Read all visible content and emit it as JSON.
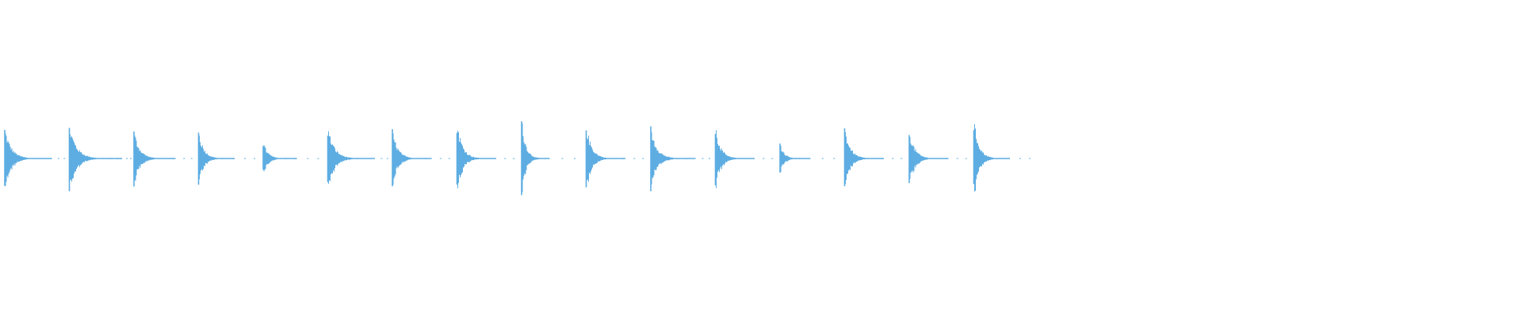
{
  "waveform": {
    "color": "#5dade2",
    "hits": [
      {
        "amp": 0.41,
        "tail": 0.85
      },
      {
        "amp": 0.45,
        "tail": 0.95
      },
      {
        "amp": 0.37,
        "tail": 0.75
      },
      {
        "amp": 0.38,
        "tail": 0.65
      },
      {
        "amp": 0.22,
        "tail": 0.6
      },
      {
        "amp": 0.42,
        "tail": 0.85
      },
      {
        "amp": 0.38,
        "tail": 0.7
      },
      {
        "amp": 0.49,
        "tail": 0.7
      },
      {
        "amp": 0.55,
        "tail": 0.5
      },
      {
        "amp": 0.45,
        "tail": 0.7
      },
      {
        "amp": 0.42,
        "tail": 0.8
      },
      {
        "amp": 0.42,
        "tail": 0.7
      },
      {
        "amp": 0.2,
        "tail": 0.55
      },
      {
        "amp": 0.43,
        "tail": 0.7
      },
      {
        "amp": 0.38,
        "tail": 0.7
      },
      {
        "amp": 0.52,
        "tail": 0.65
      }
    ]
  }
}
